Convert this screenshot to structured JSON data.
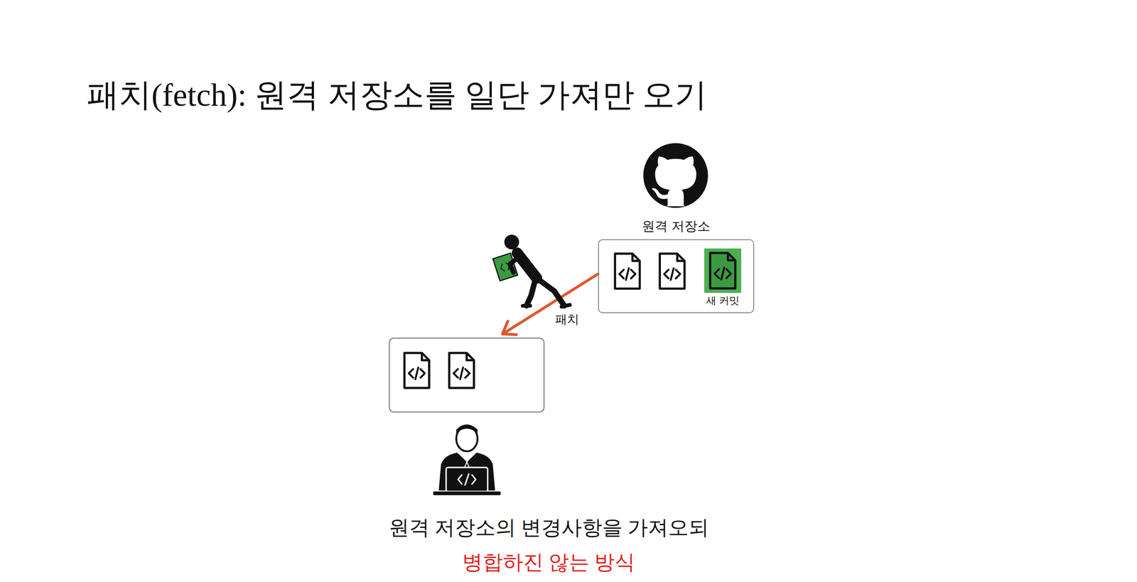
{
  "diagram": {
    "title": "패치(fetch): 원격 저장소를 일단 가져만 오기",
    "caption": "원격 저장소의 변경사항을 가져오되",
    "nodes": [
      {
        "text": [
          "원격 저장소"
        ]
      },
      {
        "text": [
          "새 커밋"
        ],
        "in": 0
      }
    ],
    "labels": [
      "패치",
      "병합하진 않는 방식"
    ]
  }
}
